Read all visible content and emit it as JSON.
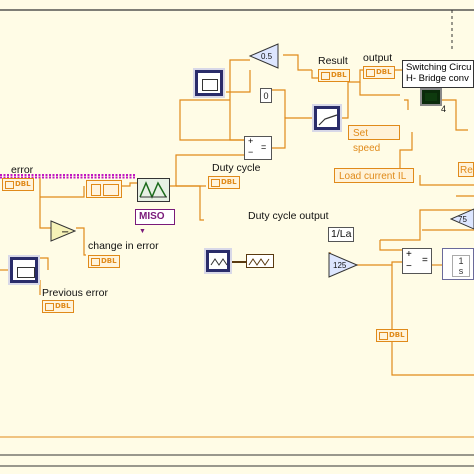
{
  "wire_colors": {
    "data": "#e08a1a",
    "dynamic": "#c018c0",
    "wire_dark": "#5a3a10"
  },
  "labels": {
    "error": "error",
    "result": "Result",
    "output": "output",
    "duty_cycle": "Duty cycle",
    "duty_cycle_output": "Duty cycle output",
    "change_in_error": "change in error",
    "previous_error": "Previous error",
    "one_over_la": "1/La"
  },
  "switching_circuit": {
    "line1": "Switching Circu",
    "line2": "H- Bridge conv",
    "port_number": "4"
  },
  "controls": {
    "set_speed": "Set speed",
    "load_current": "Load current IL",
    "right_cut": "Re"
  },
  "indicators": {
    "type_label": "DBL"
  },
  "constants": {
    "gain_top": "0.5",
    "zero": "0",
    "gain_125": "125",
    "gain_75": "75"
  },
  "miso": {
    "label": "MISO"
  },
  "operators": {
    "plus": "+",
    "minus": "−",
    "equals": "="
  }
}
